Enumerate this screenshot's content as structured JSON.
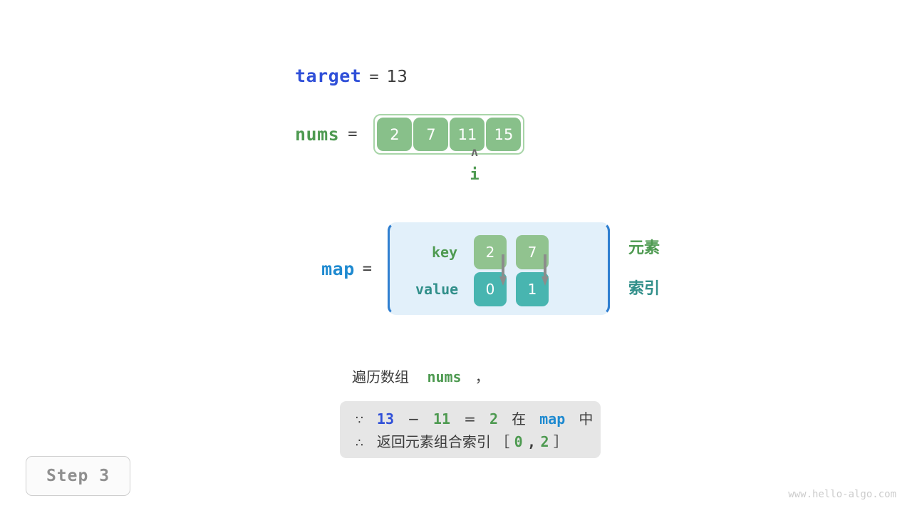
{
  "target": {
    "name": "target",
    "equals": "=",
    "value": "13"
  },
  "nums": {
    "name": "nums",
    "equals": "=",
    "cells": [
      "2",
      "7",
      "11",
      "15"
    ],
    "pointer": {
      "caret": "ʌ",
      "label": "i",
      "index": 2
    }
  },
  "map": {
    "name": "map",
    "equals": "=",
    "key_label": "key",
    "value_label": "value",
    "keys": [
      "2",
      "7"
    ],
    "values": [
      "0",
      "1"
    ],
    "side_labels": {
      "element": "元素",
      "index": "索引"
    }
  },
  "description": {
    "prefix": "遍历数组",
    "code": "nums",
    "suffix": "，"
  },
  "proof": {
    "line1": {
      "symbol": "∵",
      "a": "13",
      "minus": "−",
      "b": "11",
      "eq": "=",
      "c": "2",
      "mid": "在",
      "map": "map",
      "tail": "中"
    },
    "line2": {
      "symbol": "∴",
      "text": "返回元素组合索引",
      "bracket_open": "［",
      "i0": "0",
      "comma": ",",
      "i1": "2",
      "bracket_close": "］"
    }
  },
  "step_badge": "Step 3",
  "watermark": "www.hello-algo.com",
  "colors": {
    "blue": "#2f4fd8",
    "dodger": "#1f8ad0",
    "green": "#4e9a51",
    "teal": "#318f8a",
    "cell_green": "#88c08a",
    "cell_teal": "#48b5b0",
    "map_bg": "#e2f0fa",
    "proof_bg": "#e6e6e6"
  }
}
